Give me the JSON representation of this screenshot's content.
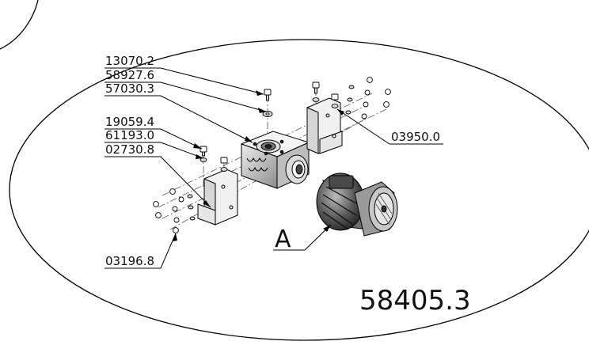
{
  "diagram": {
    "assembly_number": "58405.3",
    "callout_letter": "A",
    "part_labels": [
      {
        "id": "p1",
        "text": "13070.2"
      },
      {
        "id": "p2",
        "text": "58927.6"
      },
      {
        "id": "p3",
        "text": "57030.3"
      },
      {
        "id": "p4",
        "text": "19059.4"
      },
      {
        "id": "p5",
        "text": "61193.0"
      },
      {
        "id": "p6",
        "text": "02730.8"
      },
      {
        "id": "p7",
        "text": "03950.0"
      },
      {
        "id": "p8",
        "text": "03196.8"
      }
    ]
  }
}
